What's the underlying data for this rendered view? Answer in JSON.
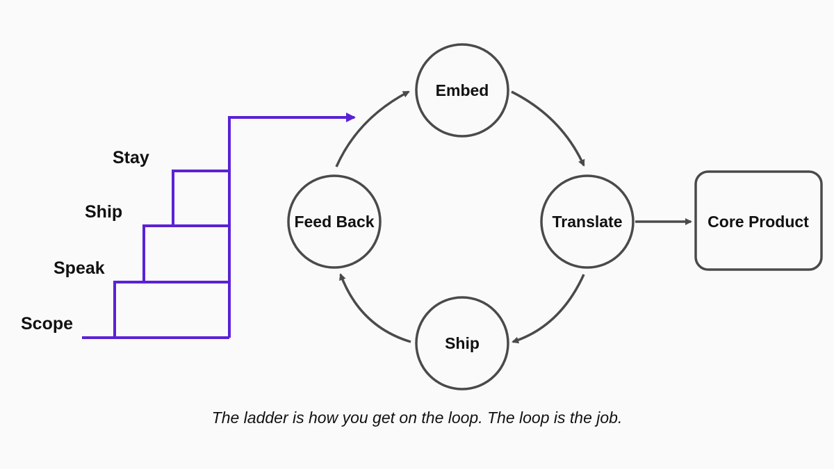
{
  "ladder": {
    "steps": [
      "Scope",
      "Speak",
      "Ship",
      "Stay"
    ],
    "color": "#5b21d6"
  },
  "loop": {
    "nodes": {
      "top": "Embed",
      "right": "Translate",
      "bottom": "Ship",
      "left": "Feed Back"
    },
    "stroke_color": "#4a4a4a"
  },
  "output": {
    "label": "Core Product"
  },
  "caption": "The ladder is how you get on the loop. The loop is the job."
}
